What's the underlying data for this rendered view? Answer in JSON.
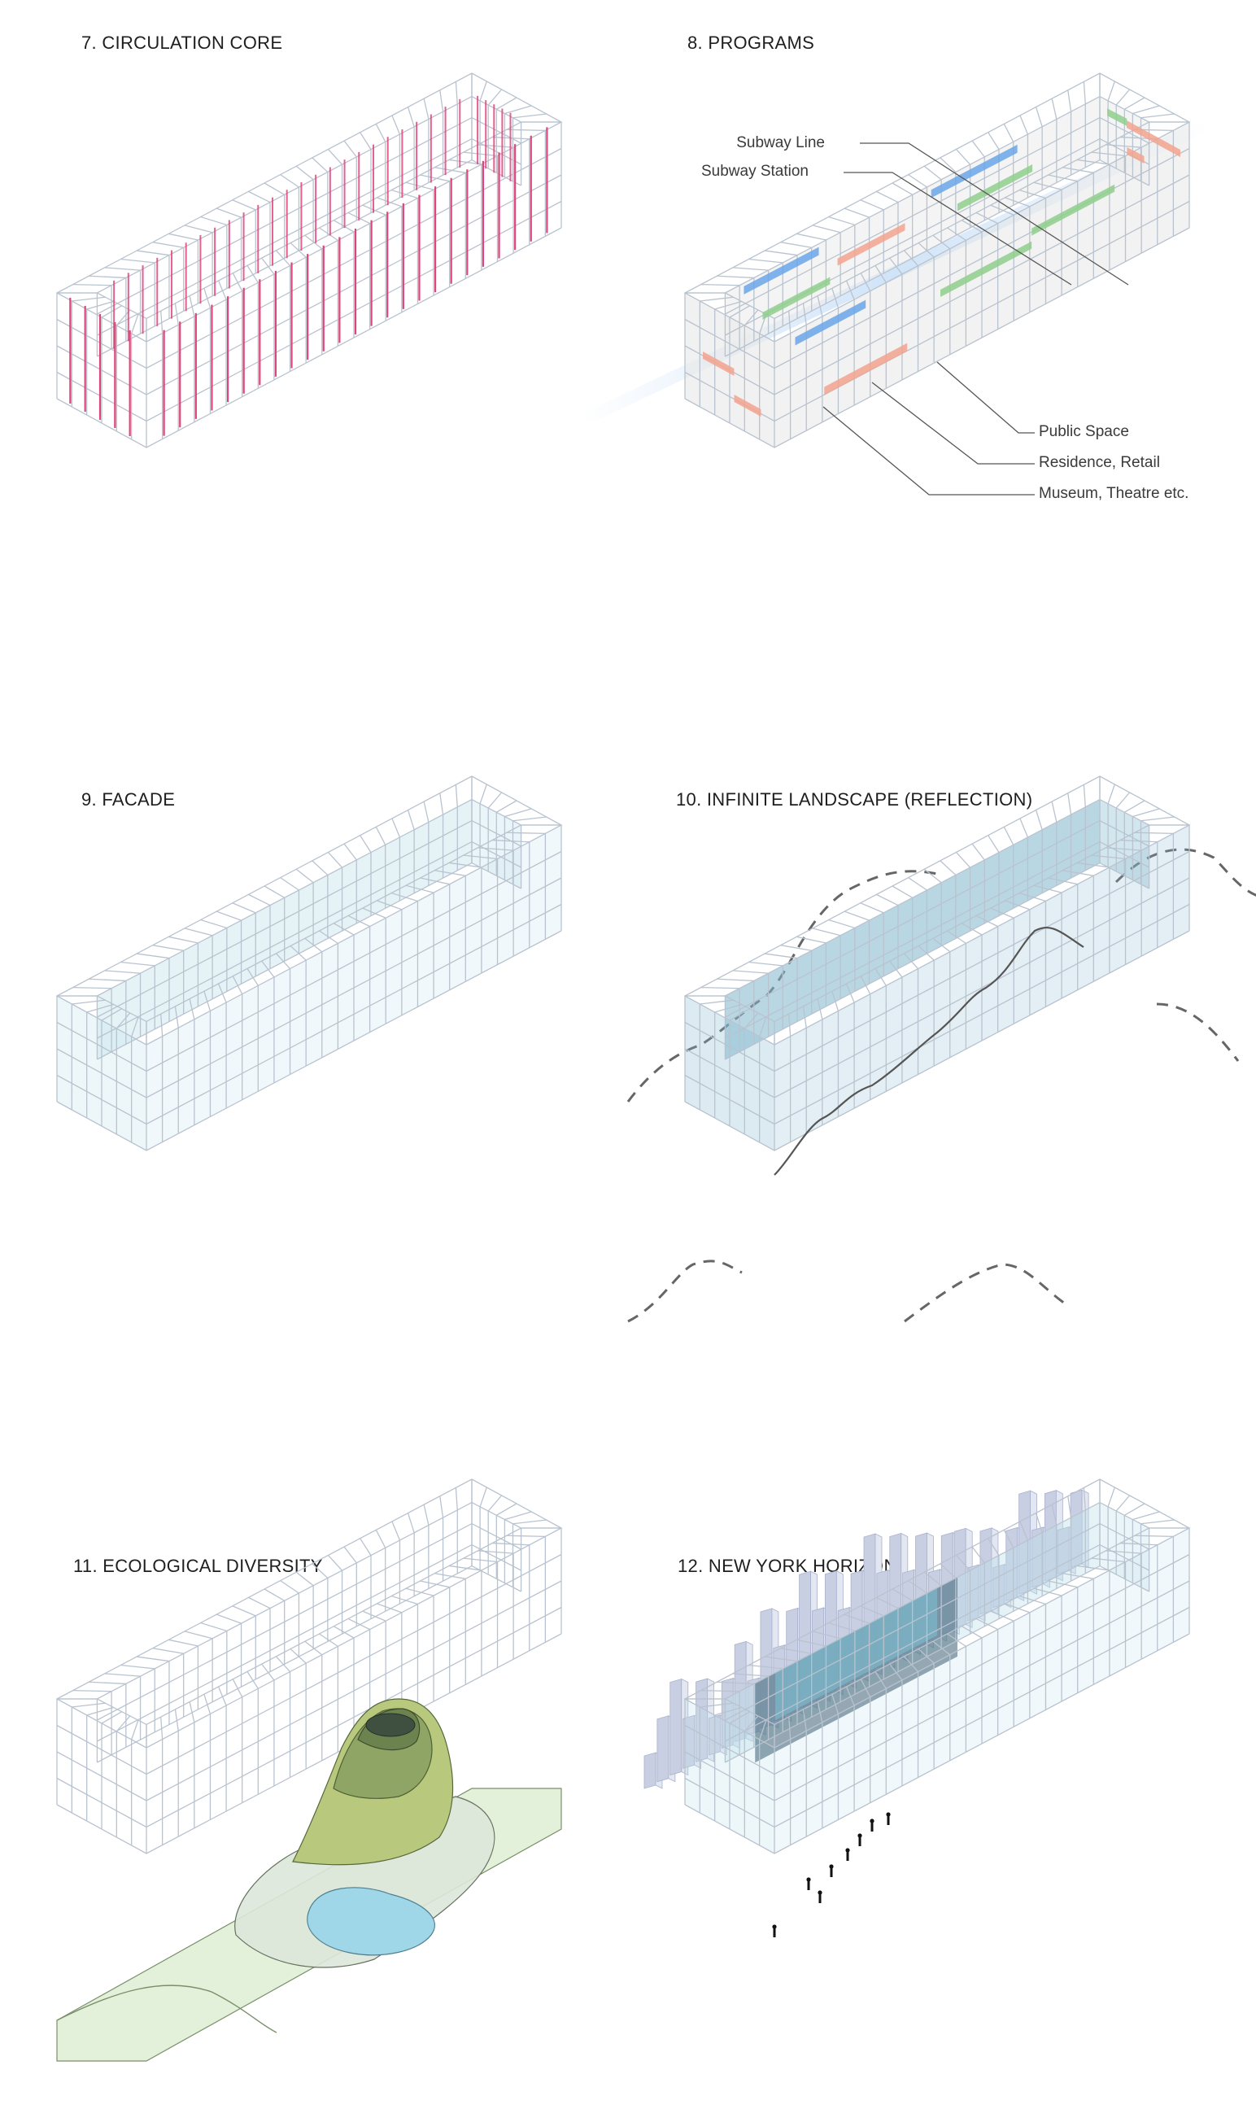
{
  "panels": {
    "p7": {
      "title": "7. CIRCULATION CORE"
    },
    "p8": {
      "title": "8. PROGRAMS",
      "labels": {
        "subway_line": "Subway Line",
        "subway_station": "Subway Station",
        "public_space": "Public Space",
        "residence_retail": "Residence, Retail",
        "museum_theatre": "Museum, Theatre etc."
      }
    },
    "p9": {
      "title": "9. FACADE"
    },
    "p10": {
      "title": "10. INFINITE LANDSCAPE (REFLECTION)"
    },
    "p11": {
      "title": "11. ECOLOGICAL DIVERSITY"
    },
    "p12": {
      "title": "12. NEW YORK HORIZON"
    }
  },
  "colors": {
    "grid": "#b9c3cf",
    "circulation": "#e0457a",
    "subway": "#6aa6e8",
    "public_space": "#8fcf8c",
    "residence": "#f2a38e",
    "facade": "#bfe1ec",
    "reflection": "#7fb6cc",
    "mountain": "#9fb46a",
    "water": "#9fd6e8",
    "meadow": "#d9eccd",
    "city": "#c9cfe3"
  }
}
